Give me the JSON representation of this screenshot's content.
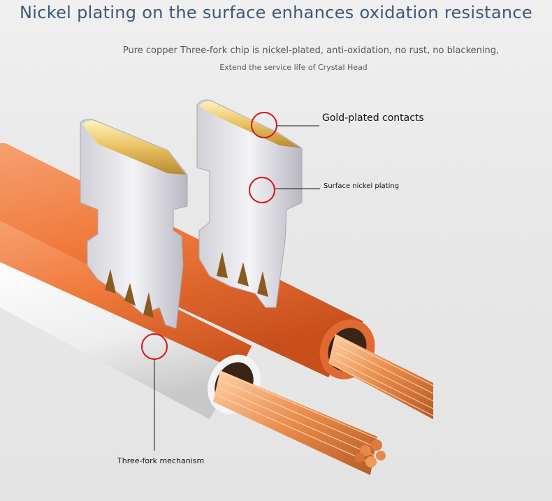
{
  "header": {
    "title": "Nickel plating on the surface enhances oxidation resistance",
    "subtitle_line1": "Pure copper Three-fork chip is nickel-plated, anti-oxidation, no rust, no blackening,",
    "subtitle_line2": "Extend the service life of Crystal Head"
  },
  "callouts": {
    "gold_contacts": "Gold-plated contacts",
    "nickel_plating": "Surface nickel plating",
    "three_fork": "Three-fork mechanism"
  },
  "colors": {
    "title": "#3d5878",
    "cable_orange": "#f07a3c",
    "cable_white": "#f2f2f2",
    "copper": "#e88a4a",
    "gold": "#e8c060",
    "marker_red": "#d8121a"
  }
}
